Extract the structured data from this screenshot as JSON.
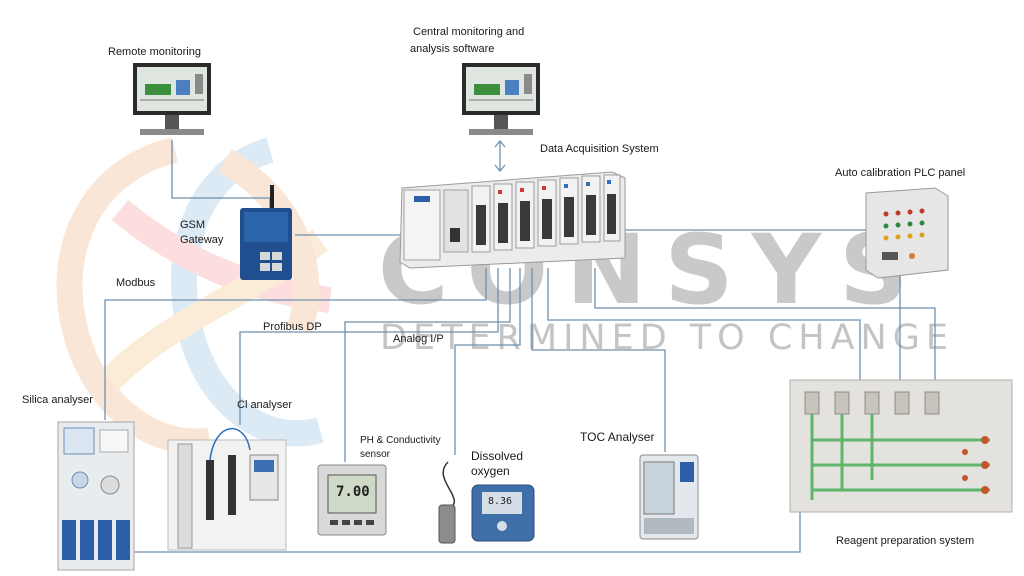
{
  "watermark": {
    "brand": "CONSYS",
    "tagline": "DETERMINED TO CHANGE"
  },
  "labels": {
    "remote_monitoring": "Remote monitoring",
    "central_software_line1": "Central monitoring and",
    "central_software_line2": "analysis software",
    "data_acquisition": "Data Acquisition System",
    "auto_calibration": "Auto calibration PLC panel",
    "gsm_line1": "GSM",
    "gsm_line2": "Gateway",
    "modbus": "Modbus",
    "profibus": "Profibus DP",
    "analog_ip": "Analog I/P",
    "silica_analyser": "Silica analyser",
    "cl_analyser": "Cl analyser",
    "ph_line1": "PH & Conductivity",
    "ph_line2": "sensor",
    "do_line1": "Dissolved",
    "do_line2": "oxygen",
    "toc_analyser": "TOC Analyser",
    "reagent_system": "Reagent preparation system"
  },
  "devices": {
    "ph_meter_reading": "7.00",
    "do_meter_reading": "8.36"
  },
  "colors": {
    "connector": "#6f8fae",
    "watermark": "#c9c9c9",
    "swirl_orange": "#f3b98c",
    "swirl_blue": "#9ec6e6"
  }
}
